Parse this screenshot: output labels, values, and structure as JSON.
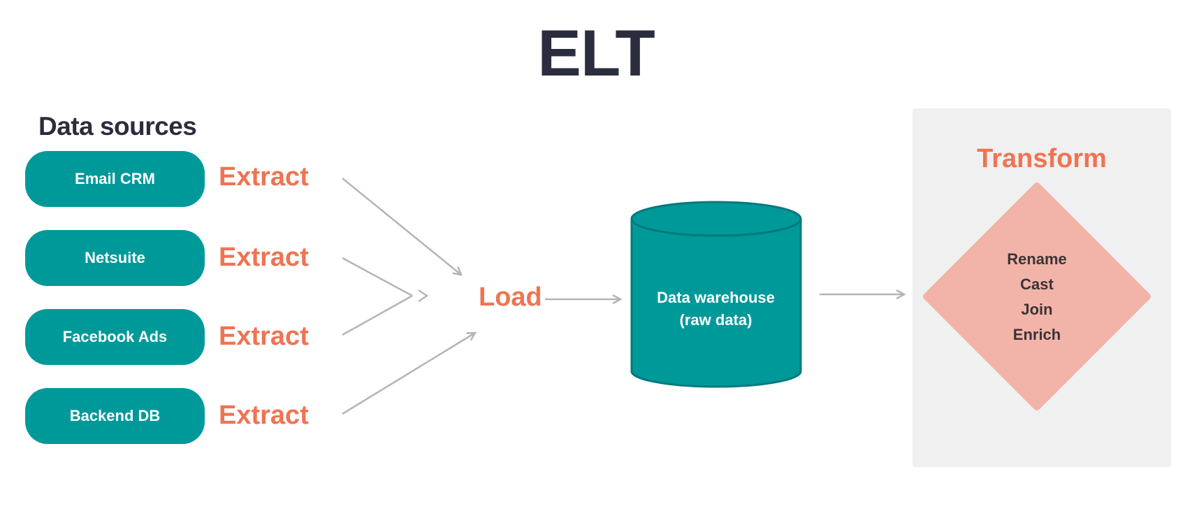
{
  "title": "ELT",
  "sources": {
    "heading": "Data sources",
    "items": [
      {
        "label": "Email CRM",
        "action": "Extract"
      },
      {
        "label": "Netsuite",
        "action": "Extract"
      },
      {
        "label": "Facebook Ads",
        "action": "Extract"
      },
      {
        "label": "Backend DB",
        "action": "Extract"
      }
    ]
  },
  "load": {
    "label": "Load"
  },
  "warehouse": {
    "line1": "Data warehouse",
    "line2": "(raw data)"
  },
  "transform": {
    "heading": "Transform",
    "steps": [
      "Rename",
      "Cast",
      "Join",
      "Enrich"
    ]
  },
  "colors": {
    "teal": "#00999a",
    "orange": "#f07352",
    "dark": "#2b2d3e",
    "diamond": "#f2b4a8",
    "panel": "#f0f0f0",
    "arrow": "#b5b5b5"
  }
}
